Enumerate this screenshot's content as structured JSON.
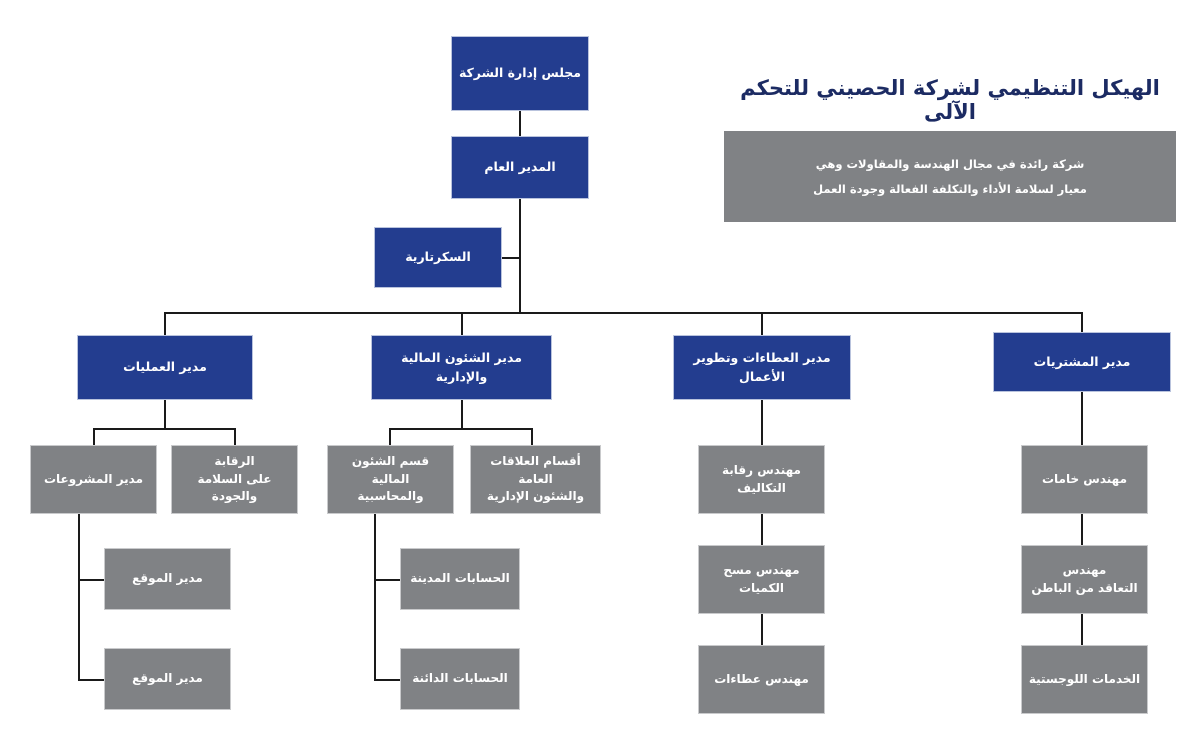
{
  "header": {
    "title": "الهيكل التنظيمي لشركة الحصيني للتحكم الآلى",
    "description_lines": [
      "شركة رائدة في مجال الهندسة والمقاولات وهي",
      "معيار لسلامة الأداء والتكلفة الفعالة وجودة العمل"
    ],
    "title_color": "#1c2b63",
    "description_bg": "#808285"
  },
  "theme": {
    "primary_box_color": "#233d8f",
    "secondary_box_color": "#808285",
    "connector_color": "#1a1a1a",
    "background": "#ffffff",
    "text_color": "#ffffff"
  },
  "chart_data": {
    "type": "diagram",
    "title": "الهيكل التنظيمي لشركة الحصيني للتحكم الآلى",
    "orientation": "top-down",
    "levels": 5,
    "nodes": [
      {
        "id": "board",
        "label": "مجلس إدارة الشركة",
        "level": 0,
        "style": "blue",
        "parent": null
      },
      {
        "id": "gm",
        "label": "المدير العام",
        "level": 1,
        "style": "blue",
        "parent": "board"
      },
      {
        "id": "secretariat",
        "label": "السكرتارية",
        "level": 2,
        "style": "blue",
        "parent": "gm"
      },
      {
        "id": "ops",
        "label": "مدير العمليات",
        "level": 3,
        "style": "blue",
        "parent": "gm"
      },
      {
        "id": "fin",
        "label": "مدير الشئون المالية والإدارية",
        "level": 3,
        "style": "blue",
        "parent": "gm"
      },
      {
        "id": "tenders",
        "label": "مدير العطاءات وتطوير الأعمال",
        "level": 3,
        "style": "blue",
        "parent": "gm"
      },
      {
        "id": "proc",
        "label": "مدير المشتريات",
        "level": 3,
        "style": "blue",
        "parent": "gm"
      },
      {
        "id": "proj_mgr",
        "label": "مدير المشروعات",
        "level": 4,
        "style": "gray",
        "parent": "ops"
      },
      {
        "id": "safety",
        "label": "الرقابة\nعلى السلامة والجودة",
        "level": 4,
        "style": "gray",
        "parent": "ops"
      },
      {
        "id": "site_mgr_1",
        "label": "مدير الموقع",
        "level": 5,
        "style": "gray",
        "parent": "proj_mgr"
      },
      {
        "id": "site_mgr_2",
        "label": "مدير الموقع",
        "level": 6,
        "style": "gray",
        "parent": "proj_mgr"
      },
      {
        "id": "fin_dept",
        "label": "قسم الشئون المالية\nوالمحاسبية",
        "level": 4,
        "style": "gray",
        "parent": "fin"
      },
      {
        "id": "pr_admin",
        "label": "أقسام العلاقات العامة\nوالشئون الإدارية",
        "level": 4,
        "style": "gray",
        "parent": "fin"
      },
      {
        "id": "ar",
        "label": "الحسابات المدينة",
        "level": 5,
        "style": "gray",
        "parent": "fin_dept"
      },
      {
        "id": "ap",
        "label": "الحسابات الدائنة",
        "level": 6,
        "style": "gray",
        "parent": "fin_dept"
      },
      {
        "id": "cost_eng",
        "label": "مهندس رقابة التكاليف",
        "level": 4,
        "style": "gray",
        "parent": "tenders"
      },
      {
        "id": "qs_eng",
        "label": "مهندس مسح الكميات",
        "level": 5,
        "style": "gray",
        "parent": "cost_eng"
      },
      {
        "id": "tender_eng",
        "label": "مهندس عطاءات",
        "level": 6,
        "style": "gray",
        "parent": "qs_eng"
      },
      {
        "id": "mat_eng",
        "label": "مهندس خامات",
        "level": 4,
        "style": "gray",
        "parent": "proc"
      },
      {
        "id": "sub_eng",
        "label": "مهندس\nالتعاقد من الباطن",
        "level": 5,
        "style": "gray",
        "parent": "mat_eng"
      },
      {
        "id": "logistics",
        "label": "الخدمات اللوجستية",
        "level": 6,
        "style": "gray",
        "parent": "sub_eng"
      }
    ]
  }
}
